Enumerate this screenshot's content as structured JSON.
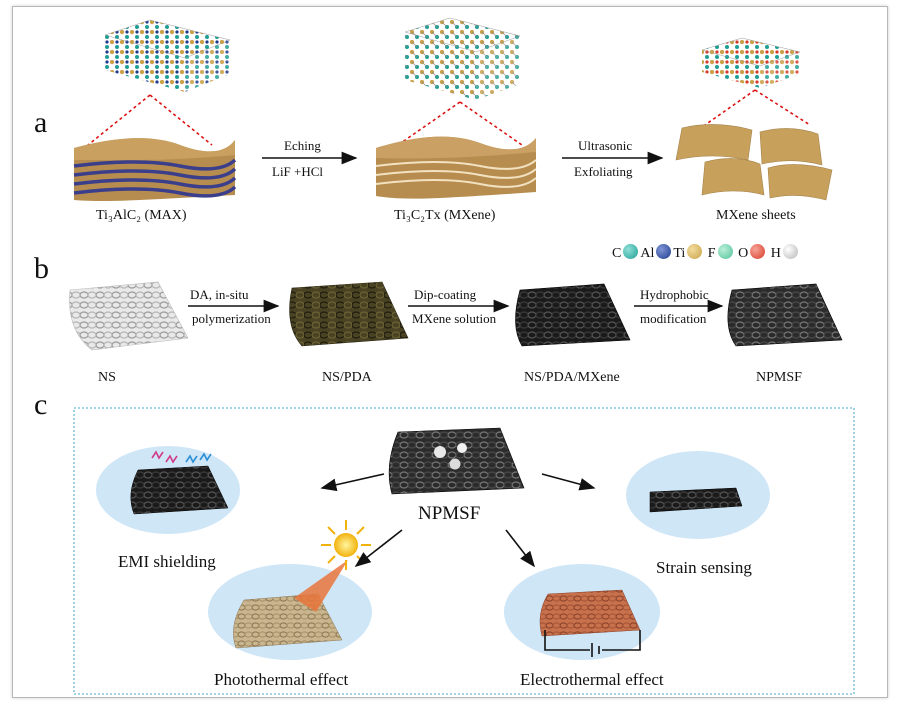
{
  "panels": {
    "a": "a",
    "b": "b",
    "c": "c"
  },
  "row_a": {
    "labels": [
      "Ti₃AlC₂ (MAX)",
      "Ti₃C₂Tx (MXene)",
      "MXene sheets"
    ],
    "arrow1": {
      "top": "Eching",
      "bottom": "LiF +HCl"
    },
    "arrow2": {
      "top": "Ultrasonic",
      "bottom": "Exfoliating"
    }
  },
  "legend": [
    {
      "symbol": "C",
      "color": "#1f9e93"
    },
    {
      "symbol": "Al",
      "color": "#1e3c8c"
    },
    {
      "symbol": "Ti",
      "color": "#c9a24a"
    },
    {
      "symbol": "F",
      "color": "#52c19a"
    },
    {
      "symbol": "O",
      "color": "#d63a2a"
    },
    {
      "symbol": "H",
      "color": "#cfcfcf"
    }
  ],
  "row_b": {
    "labels": [
      "NS",
      "NS/PDA",
      "NS/PDA/MXene",
      "NPMSF"
    ],
    "arrows": [
      {
        "top": "DA, in-situ",
        "bottom": "polymerization"
      },
      {
        "top": "Dip-coating",
        "bottom": "MXene solution"
      },
      {
        "top": "Hydrophobic",
        "bottom": "modification"
      }
    ]
  },
  "row_c": {
    "center": "NPMSF",
    "applications": [
      "EMI shielding",
      "Strain sensing",
      "Photothermal effect",
      "Electrothermal effect"
    ]
  },
  "colors": {
    "mxene_gold": "#c9a060",
    "ellipse_blue": "#cfe6f7",
    "dashed_border": "#6bb6d6"
  }
}
